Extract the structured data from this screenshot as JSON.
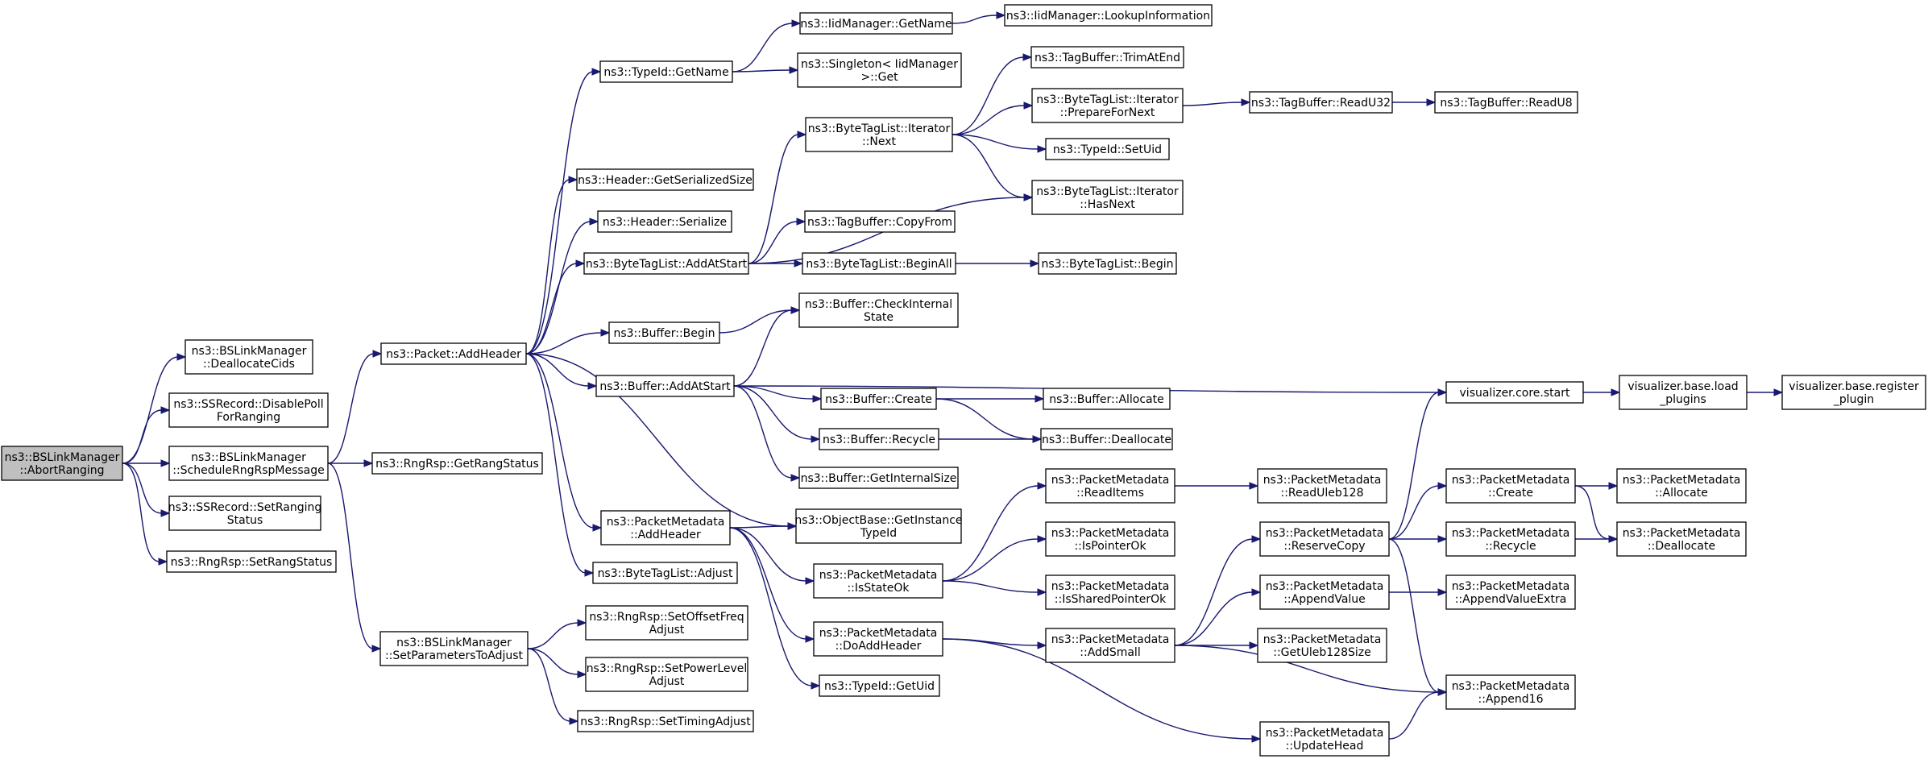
{
  "diagram": {
    "colors": {
      "edge": "#191970",
      "root_fill": "#bfbfbf",
      "node_fill": "#ffffff",
      "border": "#000000"
    },
    "root": "abortRanging",
    "nodes": [
      {
        "id": "abortRanging",
        "lines": [
          "ns3::BSLinkManager",
          "::AbortRanging"
        ]
      },
      {
        "id": "deallocateCids",
        "lines": [
          "ns3::BSLinkManager",
          "::DeallocateCids"
        ]
      },
      {
        "id": "disablePoll",
        "lines": [
          "ns3::SSRecord::DisablePoll",
          "ForRanging"
        ]
      },
      {
        "id": "scheduleRngRsp",
        "lines": [
          "ns3::BSLinkManager",
          "::ScheduleRngRspMessage"
        ]
      },
      {
        "id": "setRangingStatus",
        "lines": [
          "ns3::SSRecord::SetRanging",
          "Status"
        ]
      },
      {
        "id": "setRangStatus",
        "lines": [
          "ns3::RngRsp::SetRangStatus"
        ]
      },
      {
        "id": "packetAddHeader",
        "lines": [
          "ns3::Packet::AddHeader"
        ]
      },
      {
        "id": "getRangStatus",
        "lines": [
          "ns3::RngRsp::GetRangStatus"
        ]
      },
      {
        "id": "setParamsToAdjust",
        "lines": [
          "ns3::BSLinkManager",
          "::SetParametersToAdjust"
        ]
      },
      {
        "id": "typeIdGetName",
        "lines": [
          "ns3::TypeId::GetName"
        ]
      },
      {
        "id": "headerGetSerSize",
        "lines": [
          "ns3::Header::GetSerializedSize"
        ]
      },
      {
        "id": "headerSerialize",
        "lines": [
          "ns3::Header::Serialize"
        ]
      },
      {
        "id": "btlAddAtStart",
        "lines": [
          "ns3::ByteTagList::AddAtStart"
        ]
      },
      {
        "id": "bufferBegin",
        "lines": [
          "ns3::Buffer::Begin"
        ]
      },
      {
        "id": "bufferAddAtStart",
        "lines": [
          "ns3::Buffer::AddAtStart"
        ]
      },
      {
        "id": "pmAddHeader",
        "lines": [
          "ns3::PacketMetadata",
          "::AddHeader"
        ]
      },
      {
        "id": "btlAdjust",
        "lines": [
          "ns3::ByteTagList::Adjust"
        ]
      },
      {
        "id": "setOffsetFreq",
        "lines": [
          "ns3::RngRsp::SetOffsetFreq",
          "Adjust"
        ]
      },
      {
        "id": "setPowerLevel",
        "lines": [
          "ns3::RngRsp::SetPowerLevel",
          "Adjust"
        ]
      },
      {
        "id": "setTimingAdjust",
        "lines": [
          "ns3::RngRsp::SetTimingAdjust"
        ]
      },
      {
        "id": "iidGetName",
        "lines": [
          "ns3::IidManager::GetName"
        ]
      },
      {
        "id": "singletonGet",
        "lines": [
          "ns3::Singleton< IidManager",
          ">::Get"
        ]
      },
      {
        "id": "btlIterNext",
        "lines": [
          "ns3::ByteTagList::Iterator",
          "::Next"
        ]
      },
      {
        "id": "tbCopyFrom",
        "lines": [
          "ns3::TagBuffer::CopyFrom"
        ]
      },
      {
        "id": "btlBeginAll",
        "lines": [
          "ns3::ByteTagList::BeginAll"
        ]
      },
      {
        "id": "bufCheckInternal",
        "lines": [
          "ns3::Buffer::CheckInternal",
          "State"
        ]
      },
      {
        "id": "bufCreate",
        "lines": [
          "ns3::Buffer::Create"
        ]
      },
      {
        "id": "bufRecycle",
        "lines": [
          "ns3::Buffer::Recycle"
        ]
      },
      {
        "id": "bufGetInternalSize",
        "lines": [
          "ns3::Buffer::GetInternalSize"
        ]
      },
      {
        "id": "objGetInstanceTypeId",
        "lines": [
          "ns3::ObjectBase::GetInstance",
          "TypeId"
        ]
      },
      {
        "id": "pmIsStateOk",
        "lines": [
          "ns3::PacketMetadata",
          "::IsStateOk"
        ]
      },
      {
        "id": "pmDoAddHeader",
        "lines": [
          "ns3::PacketMetadata",
          "::DoAddHeader"
        ]
      },
      {
        "id": "typeIdGetUid",
        "lines": [
          "ns3::TypeId::GetUid"
        ]
      },
      {
        "id": "iidLookup",
        "lines": [
          "ns3::IidManager::LookupInformation"
        ]
      },
      {
        "id": "tbTrimAtEnd",
        "lines": [
          "ns3::TagBuffer::TrimAtEnd"
        ]
      },
      {
        "id": "btlIterPrepare",
        "lines": [
          "ns3::ByteTagList::Iterator",
          "::PrepareForNext"
        ]
      },
      {
        "id": "typeIdSetUid",
        "lines": [
          "ns3::TypeId::SetUid"
        ]
      },
      {
        "id": "btlIterHasNext",
        "lines": [
          "ns3::ByteTagList::Iterator",
          "::HasNext"
        ]
      },
      {
        "id": "btlBegin",
        "lines": [
          "ns3::ByteTagList::Begin"
        ]
      },
      {
        "id": "bufAllocate",
        "lines": [
          "ns3::Buffer::Allocate"
        ]
      },
      {
        "id": "bufDeallocate",
        "lines": [
          "ns3::Buffer::Deallocate"
        ]
      },
      {
        "id": "pmReadItems",
        "lines": [
          "ns3::PacketMetadata",
          "::ReadItems"
        ]
      },
      {
        "id": "pmIsPointerOk",
        "lines": [
          "ns3::PacketMetadata",
          "::IsPointerOk"
        ]
      },
      {
        "id": "pmIsSharedPointerOk",
        "lines": [
          "ns3::PacketMetadata",
          "::IsSharedPointerOk"
        ]
      },
      {
        "id": "pmAddSmall",
        "lines": [
          "ns3::PacketMetadata",
          "::AddSmall"
        ]
      },
      {
        "id": "tbReadU32",
        "lines": [
          "ns3::TagBuffer::ReadU32"
        ]
      },
      {
        "id": "tbReadU8",
        "lines": [
          "ns3::TagBuffer::ReadU8"
        ]
      },
      {
        "id": "vizCoreStart",
        "lines": [
          "visualizer.core.start"
        ]
      },
      {
        "id": "vizLoadPlugins",
        "lines": [
          "visualizer.base.load",
          "_plugins"
        ]
      },
      {
        "id": "vizRegisterPlugin",
        "lines": [
          "visualizer.base.register",
          "_plugin"
        ]
      },
      {
        "id": "pmReadUleb128",
        "lines": [
          "ns3::PacketMetadata",
          "::ReadUleb128"
        ]
      },
      {
        "id": "pmReserveCopy",
        "lines": [
          "ns3::PacketMetadata",
          "::ReserveCopy"
        ]
      },
      {
        "id": "pmAppendValue",
        "lines": [
          "ns3::PacketMetadata",
          "::AppendValue"
        ]
      },
      {
        "id": "pmGetUleb128Size",
        "lines": [
          "ns3::PacketMetadata",
          "::GetUleb128Size"
        ]
      },
      {
        "id": "pmUpdateHead",
        "lines": [
          "ns3::PacketMetadata",
          "::UpdateHead"
        ]
      },
      {
        "id": "pmCreate",
        "lines": [
          "ns3::PacketMetadata",
          "::Create"
        ]
      },
      {
        "id": "pmRecycle",
        "lines": [
          "ns3::PacketMetadata",
          "::Recycle"
        ]
      },
      {
        "id": "pmAppendValueExtra",
        "lines": [
          "ns3::PacketMetadata",
          "::AppendValueExtra"
        ]
      },
      {
        "id": "pmAppend16",
        "lines": [
          "ns3::PacketMetadata",
          "::Append16"
        ]
      },
      {
        "id": "pmAllocate",
        "lines": [
          "ns3::PacketMetadata",
          "::Allocate"
        ]
      },
      {
        "id": "pmDeallocate",
        "lines": [
          "ns3::PacketMetadata",
          "::Deallocate"
        ]
      }
    ],
    "edges": [
      [
        "abortRanging",
        "deallocateCids"
      ],
      [
        "abortRanging",
        "disablePoll"
      ],
      [
        "abortRanging",
        "scheduleRngRsp"
      ],
      [
        "abortRanging",
        "setRangingStatus"
      ],
      [
        "abortRanging",
        "setRangStatus"
      ],
      [
        "scheduleRngRsp",
        "packetAddHeader"
      ],
      [
        "scheduleRngRsp",
        "getRangStatus"
      ],
      [
        "scheduleRngRsp",
        "setParamsToAdjust"
      ],
      [
        "packetAddHeader",
        "typeIdGetName"
      ],
      [
        "packetAddHeader",
        "headerGetSerSize"
      ],
      [
        "packetAddHeader",
        "headerSerialize"
      ],
      [
        "packetAddHeader",
        "btlAddAtStart"
      ],
      [
        "packetAddHeader",
        "bufferBegin"
      ],
      [
        "packetAddHeader",
        "bufferAddAtStart"
      ],
      [
        "packetAddHeader",
        "objGetInstanceTypeId"
      ],
      [
        "packetAddHeader",
        "pmAddHeader"
      ],
      [
        "packetAddHeader",
        "btlAdjust"
      ],
      [
        "setParamsToAdjust",
        "setOffsetFreq"
      ],
      [
        "setParamsToAdjust",
        "setPowerLevel"
      ],
      [
        "setParamsToAdjust",
        "setTimingAdjust"
      ],
      [
        "typeIdGetName",
        "iidGetName"
      ],
      [
        "typeIdGetName",
        "singletonGet"
      ],
      [
        "iidGetName",
        "iidLookup"
      ],
      [
        "btlAddAtStart",
        "btlIterNext"
      ],
      [
        "btlAddAtStart",
        "btlIterHasNext"
      ],
      [
        "btlAddAtStart",
        "tbCopyFrom"
      ],
      [
        "btlAddAtStart",
        "btlBeginAll"
      ],
      [
        "btlIterNext",
        "tbTrimAtEnd"
      ],
      [
        "btlIterNext",
        "btlIterPrepare"
      ],
      [
        "btlIterNext",
        "typeIdSetUid"
      ],
      [
        "btlIterNext",
        "btlIterHasNext"
      ],
      [
        "btlIterPrepare",
        "tbReadU32"
      ],
      [
        "tbReadU32",
        "tbReadU8"
      ],
      [
        "btlBeginAll",
        "btlBegin"
      ],
      [
        "bufferBegin",
        "bufCheckInternal"
      ],
      [
        "bufferAddAtStart",
        "bufCheckInternal"
      ],
      [
        "bufferAddAtStart",
        "vizCoreStart"
      ],
      [
        "bufferAddAtStart",
        "bufCreate"
      ],
      [
        "bufferAddAtStart",
        "bufRecycle"
      ],
      [
        "bufferAddAtStart",
        "bufGetInternalSize"
      ],
      [
        "bufCreate",
        "bufAllocate"
      ],
      [
        "bufCreate",
        "bufDeallocate"
      ],
      [
        "bufRecycle",
        "bufDeallocate"
      ],
      [
        "vizCoreStart",
        "vizLoadPlugins"
      ],
      [
        "vizLoadPlugins",
        "vizRegisterPlugin"
      ],
      [
        "pmAddHeader",
        "objGetInstanceTypeId"
      ],
      [
        "pmAddHeader",
        "pmIsStateOk"
      ],
      [
        "pmAddHeader",
        "pmDoAddHeader"
      ],
      [
        "pmAddHeader",
        "typeIdGetUid"
      ],
      [
        "pmIsStateOk",
        "pmReadItems"
      ],
      [
        "pmIsStateOk",
        "pmIsPointerOk"
      ],
      [
        "pmIsStateOk",
        "pmIsSharedPointerOk"
      ],
      [
        "pmReadItems",
        "pmReadUleb128"
      ],
      [
        "pmDoAddHeader",
        "pmAddSmall"
      ],
      [
        "pmDoAddHeader",
        "pmUpdateHead"
      ],
      [
        "pmAddSmall",
        "pmReserveCopy"
      ],
      [
        "pmAddSmall",
        "pmAppendValue"
      ],
      [
        "pmAddSmall",
        "pmGetUleb128Size"
      ],
      [
        "pmAddSmall",
        "pmAppend16"
      ],
      [
        "pmReserveCopy",
        "vizCoreStart"
      ],
      [
        "pmReserveCopy",
        "pmCreate"
      ],
      [
        "pmReserveCopy",
        "pmRecycle"
      ],
      [
        "pmReserveCopy",
        "pmAppend16"
      ],
      [
        "pmAppendValue",
        "pmAppendValueExtra"
      ],
      [
        "pmUpdateHead",
        "pmAppend16"
      ],
      [
        "pmCreate",
        "pmAllocate"
      ],
      [
        "pmCreate",
        "pmDeallocate"
      ],
      [
        "pmRecycle",
        "pmDeallocate"
      ]
    ]
  }
}
